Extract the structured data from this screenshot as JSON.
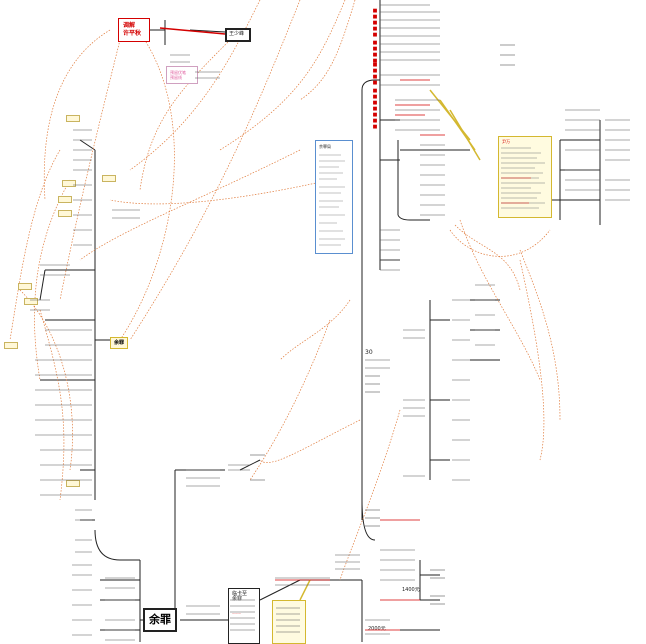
{
  "nodes": {
    "center_left": "余罪",
    "node_top_red": "调解\n许平秋",
    "node_wang": "王少峰",
    "node_pink": "预留伏笔\n预留线",
    "node_left_main": "余罪",
    "node_mid_bottom_title": "临卡至\n余罪",
    "bluebox_title": "余罪局",
    "yellow_box_title": "尹万",
    "val_1400": "1400元",
    "val_2000": "2000元",
    "val_30": "30"
  },
  "colors": {
    "red": "#d40000",
    "yellow_border": "#d4b830",
    "blue_border": "#5a8fd0",
    "dotted_link": "#e07a3a",
    "line": "#222222"
  }
}
